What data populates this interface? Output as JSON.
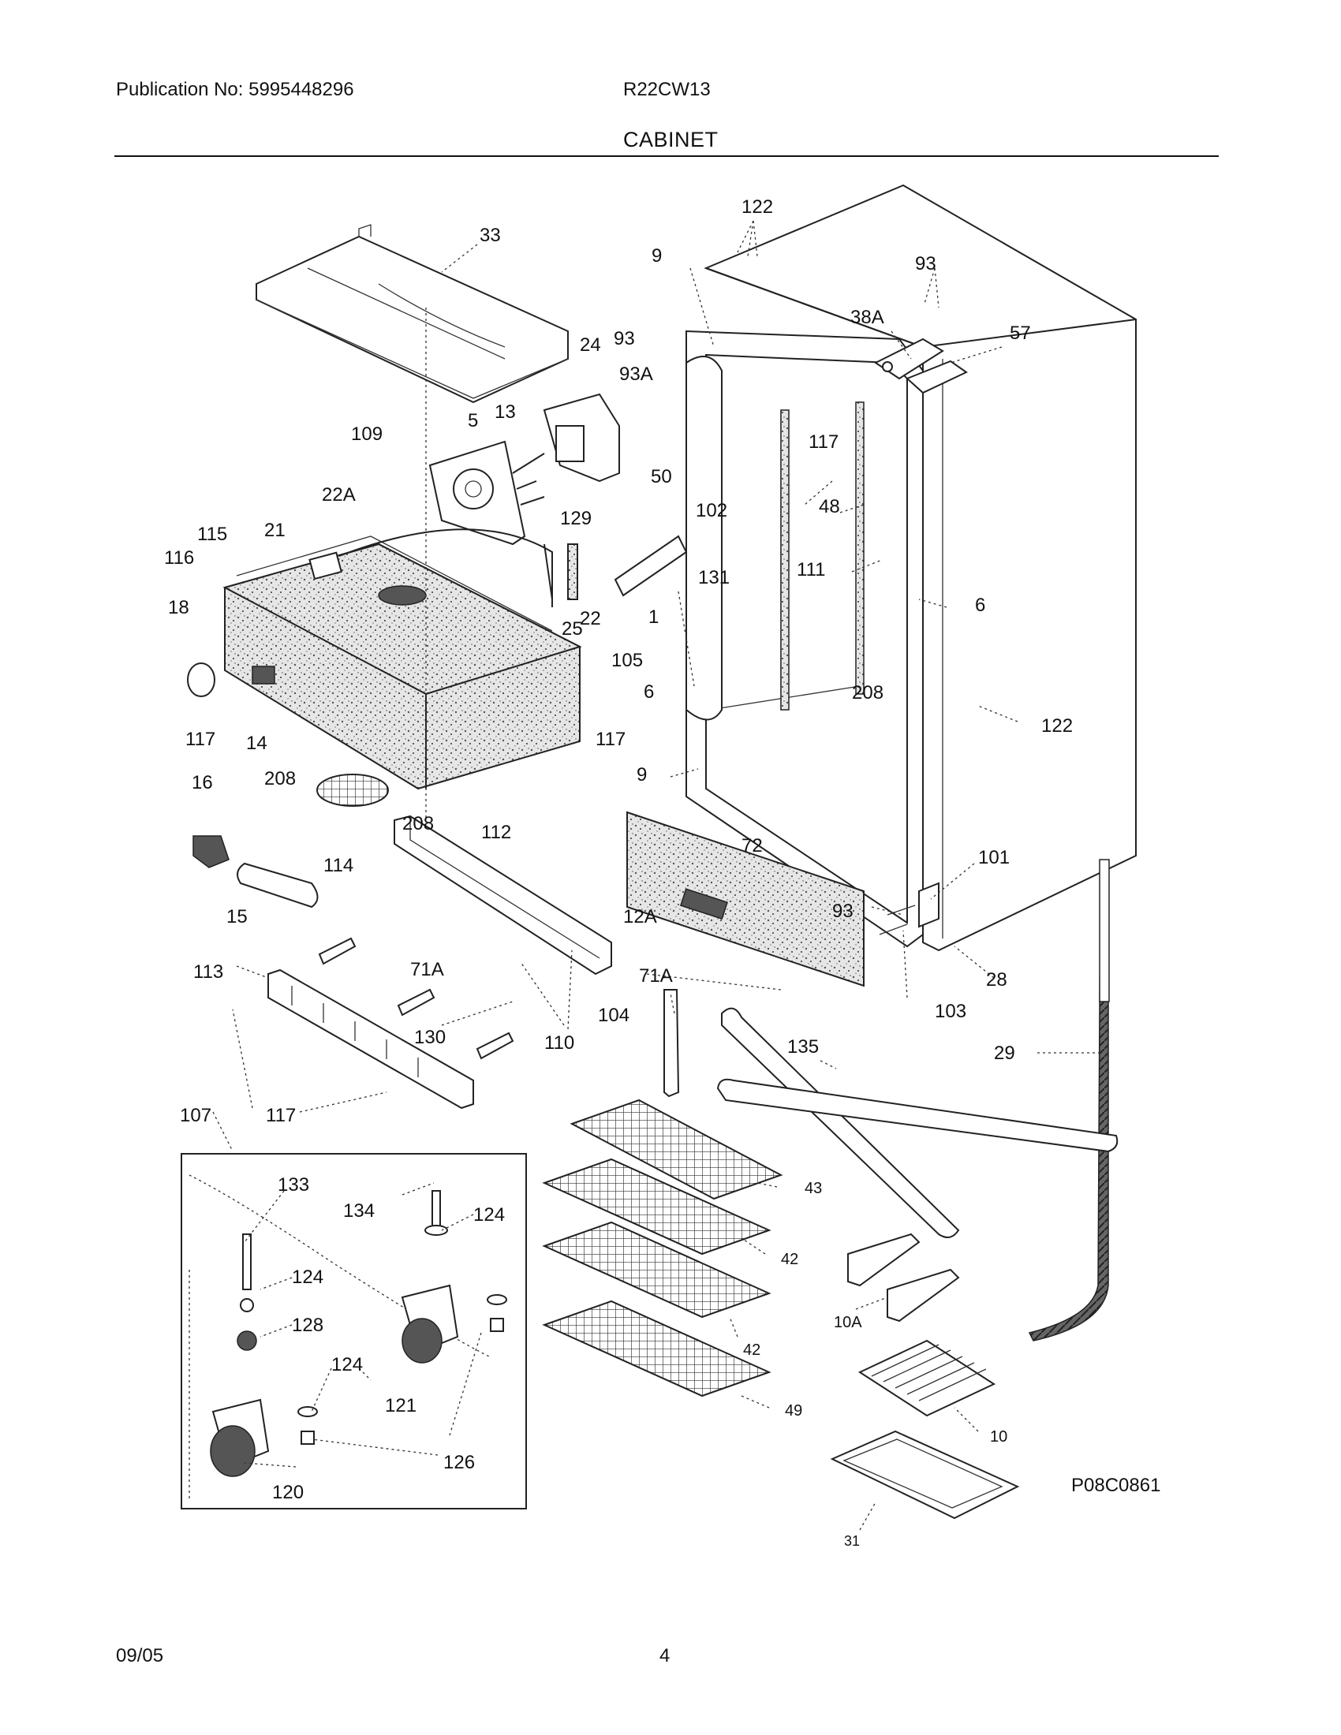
{
  "header": {
    "publication": "Publication No: 5995448296",
    "model": "R22CW13",
    "section": "CABINET"
  },
  "footer": {
    "date": "09/05",
    "page": "4"
  },
  "diagram_code": "P08C0861",
  "callouts": {
    "c122a": "122",
    "c33": "33",
    "c9a": "9",
    "c93a": "93",
    "c38A": "38A",
    "c57": "57",
    "c24": "24",
    "c93b": "93",
    "c93A": "93A",
    "c5": "5",
    "c13": "13",
    "c109": "109",
    "c50": "50",
    "c22A": "22A",
    "c117a": "117",
    "c102": "102",
    "c48": "48",
    "c129": "129",
    "c115": "115",
    "c21": "21",
    "c116": "116",
    "c131": "131",
    "c111": "111",
    "c22": "22",
    "c1": "1",
    "c6a": "6",
    "c18": "18",
    "c25": "25",
    "c105": "105",
    "c6b": "6",
    "c208a": "208",
    "c122b": "122",
    "c117b": "117",
    "c14": "14",
    "c117c": "117",
    "c16": "16",
    "c208b": "208",
    "c9b": "9",
    "c208c": "208",
    "c112": "112",
    "c72": "72",
    "c101": "101",
    "c114": "114",
    "c15": "15",
    "c93c": "93",
    "c12A": "12A",
    "c103": "103",
    "c71Aa": "71A",
    "c113": "113",
    "c28": "28",
    "c71Ab": "71A",
    "c104": "104",
    "c130": "130",
    "c110": "110",
    "c135": "135",
    "c29": "29",
    "c107": "107",
    "c117d": "117",
    "c133": "133",
    "c43": "43",
    "c134": "134",
    "c124a": "124",
    "c124b": "124",
    "c42a": "42",
    "c128": "128",
    "c10A": "10A",
    "c42b": "42",
    "c124c": "124",
    "c121": "121",
    "c49": "49",
    "c10": "10",
    "c126": "126",
    "c120": "120",
    "c31": "31"
  }
}
